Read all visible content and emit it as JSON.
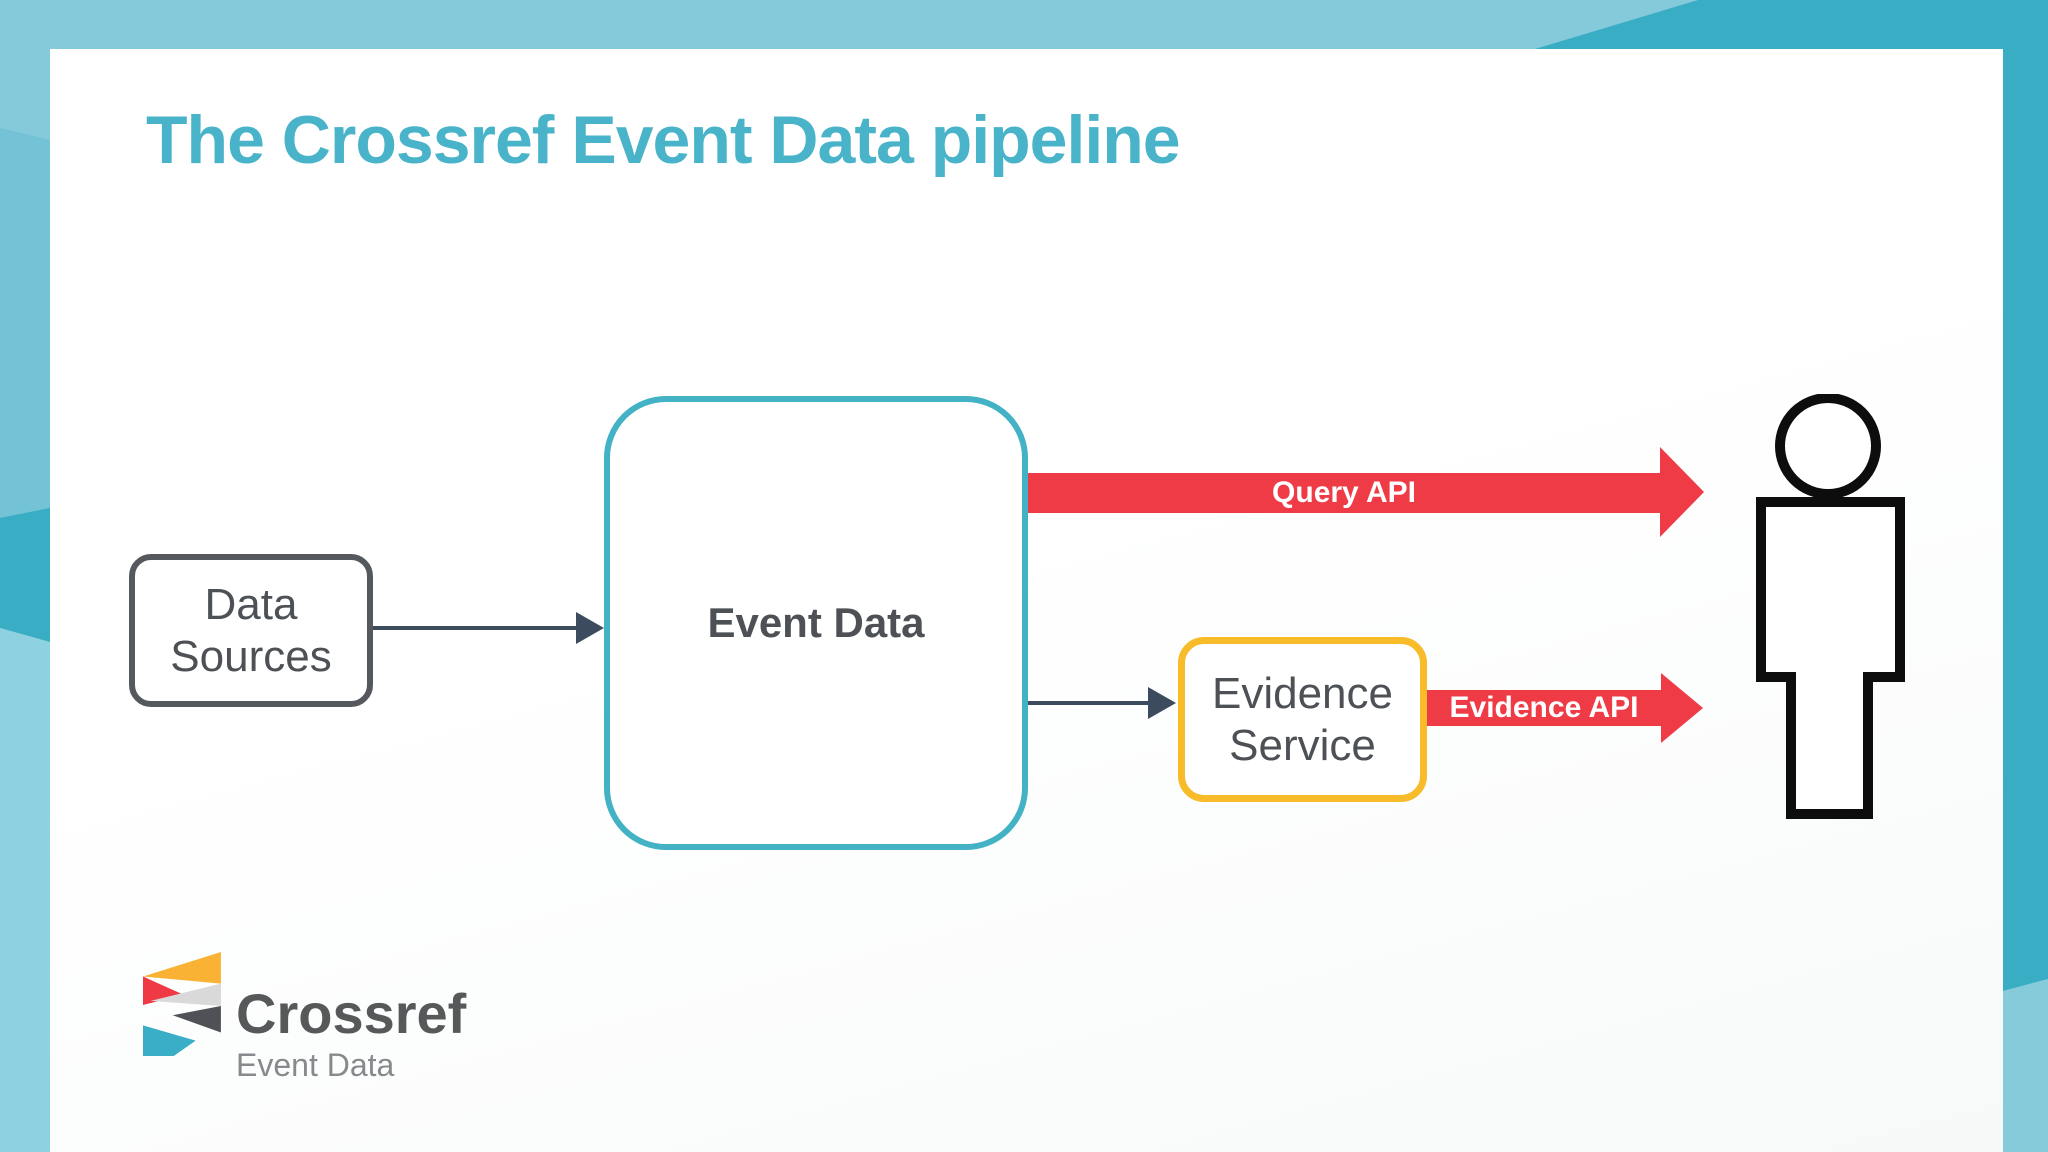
{
  "title": {
    "text": "The Crossref Event Data pipeline"
  },
  "nodes": {
    "data_sources": {
      "line1": "Data",
      "line2": "Sources"
    },
    "event_data": {
      "label": "Event Data"
    },
    "evidence_service": {
      "line1": "Evidence",
      "line2": "Service"
    }
  },
  "arrows": {
    "query_api": {
      "label": "Query API"
    },
    "evidence_api": {
      "label": "Evidence API"
    },
    "data_sources_to_event_data": {
      "label": ""
    },
    "event_data_to_evidence_service": {
      "label": ""
    }
  },
  "logo": {
    "brand": "Crossref",
    "product": "Event Data"
  },
  "icons": {
    "person": "person-icon",
    "logo_mark": "crossref-logo-mark-icon"
  },
  "colors": {
    "bg-base": "#85cadb",
    "bg-mid": "#74c2d5",
    "bg-dark": "#38adc3",
    "bg-light": "#8ed1e0",
    "bg-light2": "#86cbda",
    "slide-bg": "#ffffff",
    "title": "#49b3c9",
    "node-text": "#4d5156",
    "teal-border": "#43b2c5",
    "gray-border": "#55595e",
    "yellow-border": "#f8bb2a",
    "arrow-red": "#ee3b46",
    "connector": "#3c4b5d",
    "person": "#0d0d0d",
    "logo-text": "#57585a",
    "logo-subtext": "#87898c",
    "logo-yellow": "#f9b233",
    "logo-red": "#ef3a45",
    "logo-gray": "#d8d9d8",
    "logo-dark": "#4f5157",
    "logo-teal": "#3aaec6"
  }
}
